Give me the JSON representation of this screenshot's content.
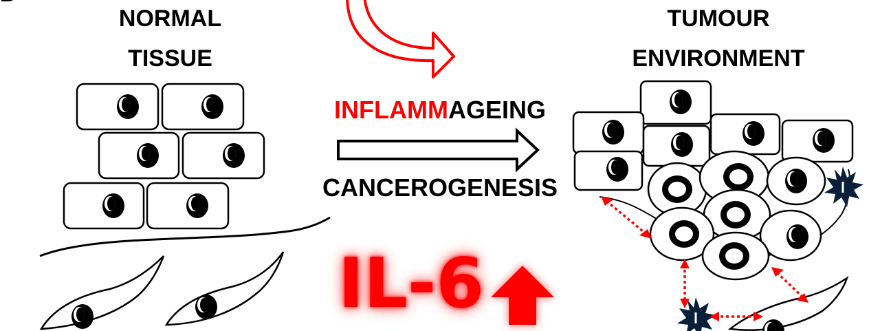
{
  "figure": {
    "panel_letter": "B",
    "left_title": [
      "NORMAL",
      "TISSUE"
    ],
    "right_title": [
      "TUMOUR",
      "ENVIRONMENT"
    ],
    "process_label": {
      "highlight": "INFLAMM",
      "rest": "AGEING",
      "bottom": "CANCEROGENESIS"
    },
    "marker": {
      "text": "IL-6",
      "direction_icon": "arrow-up-icon"
    }
  },
  "colors": {
    "highlight": "#ff0000",
    "text": "#000000",
    "interaction_arrows": "#ff0000",
    "immune_cell": "#0a1f3a"
  }
}
